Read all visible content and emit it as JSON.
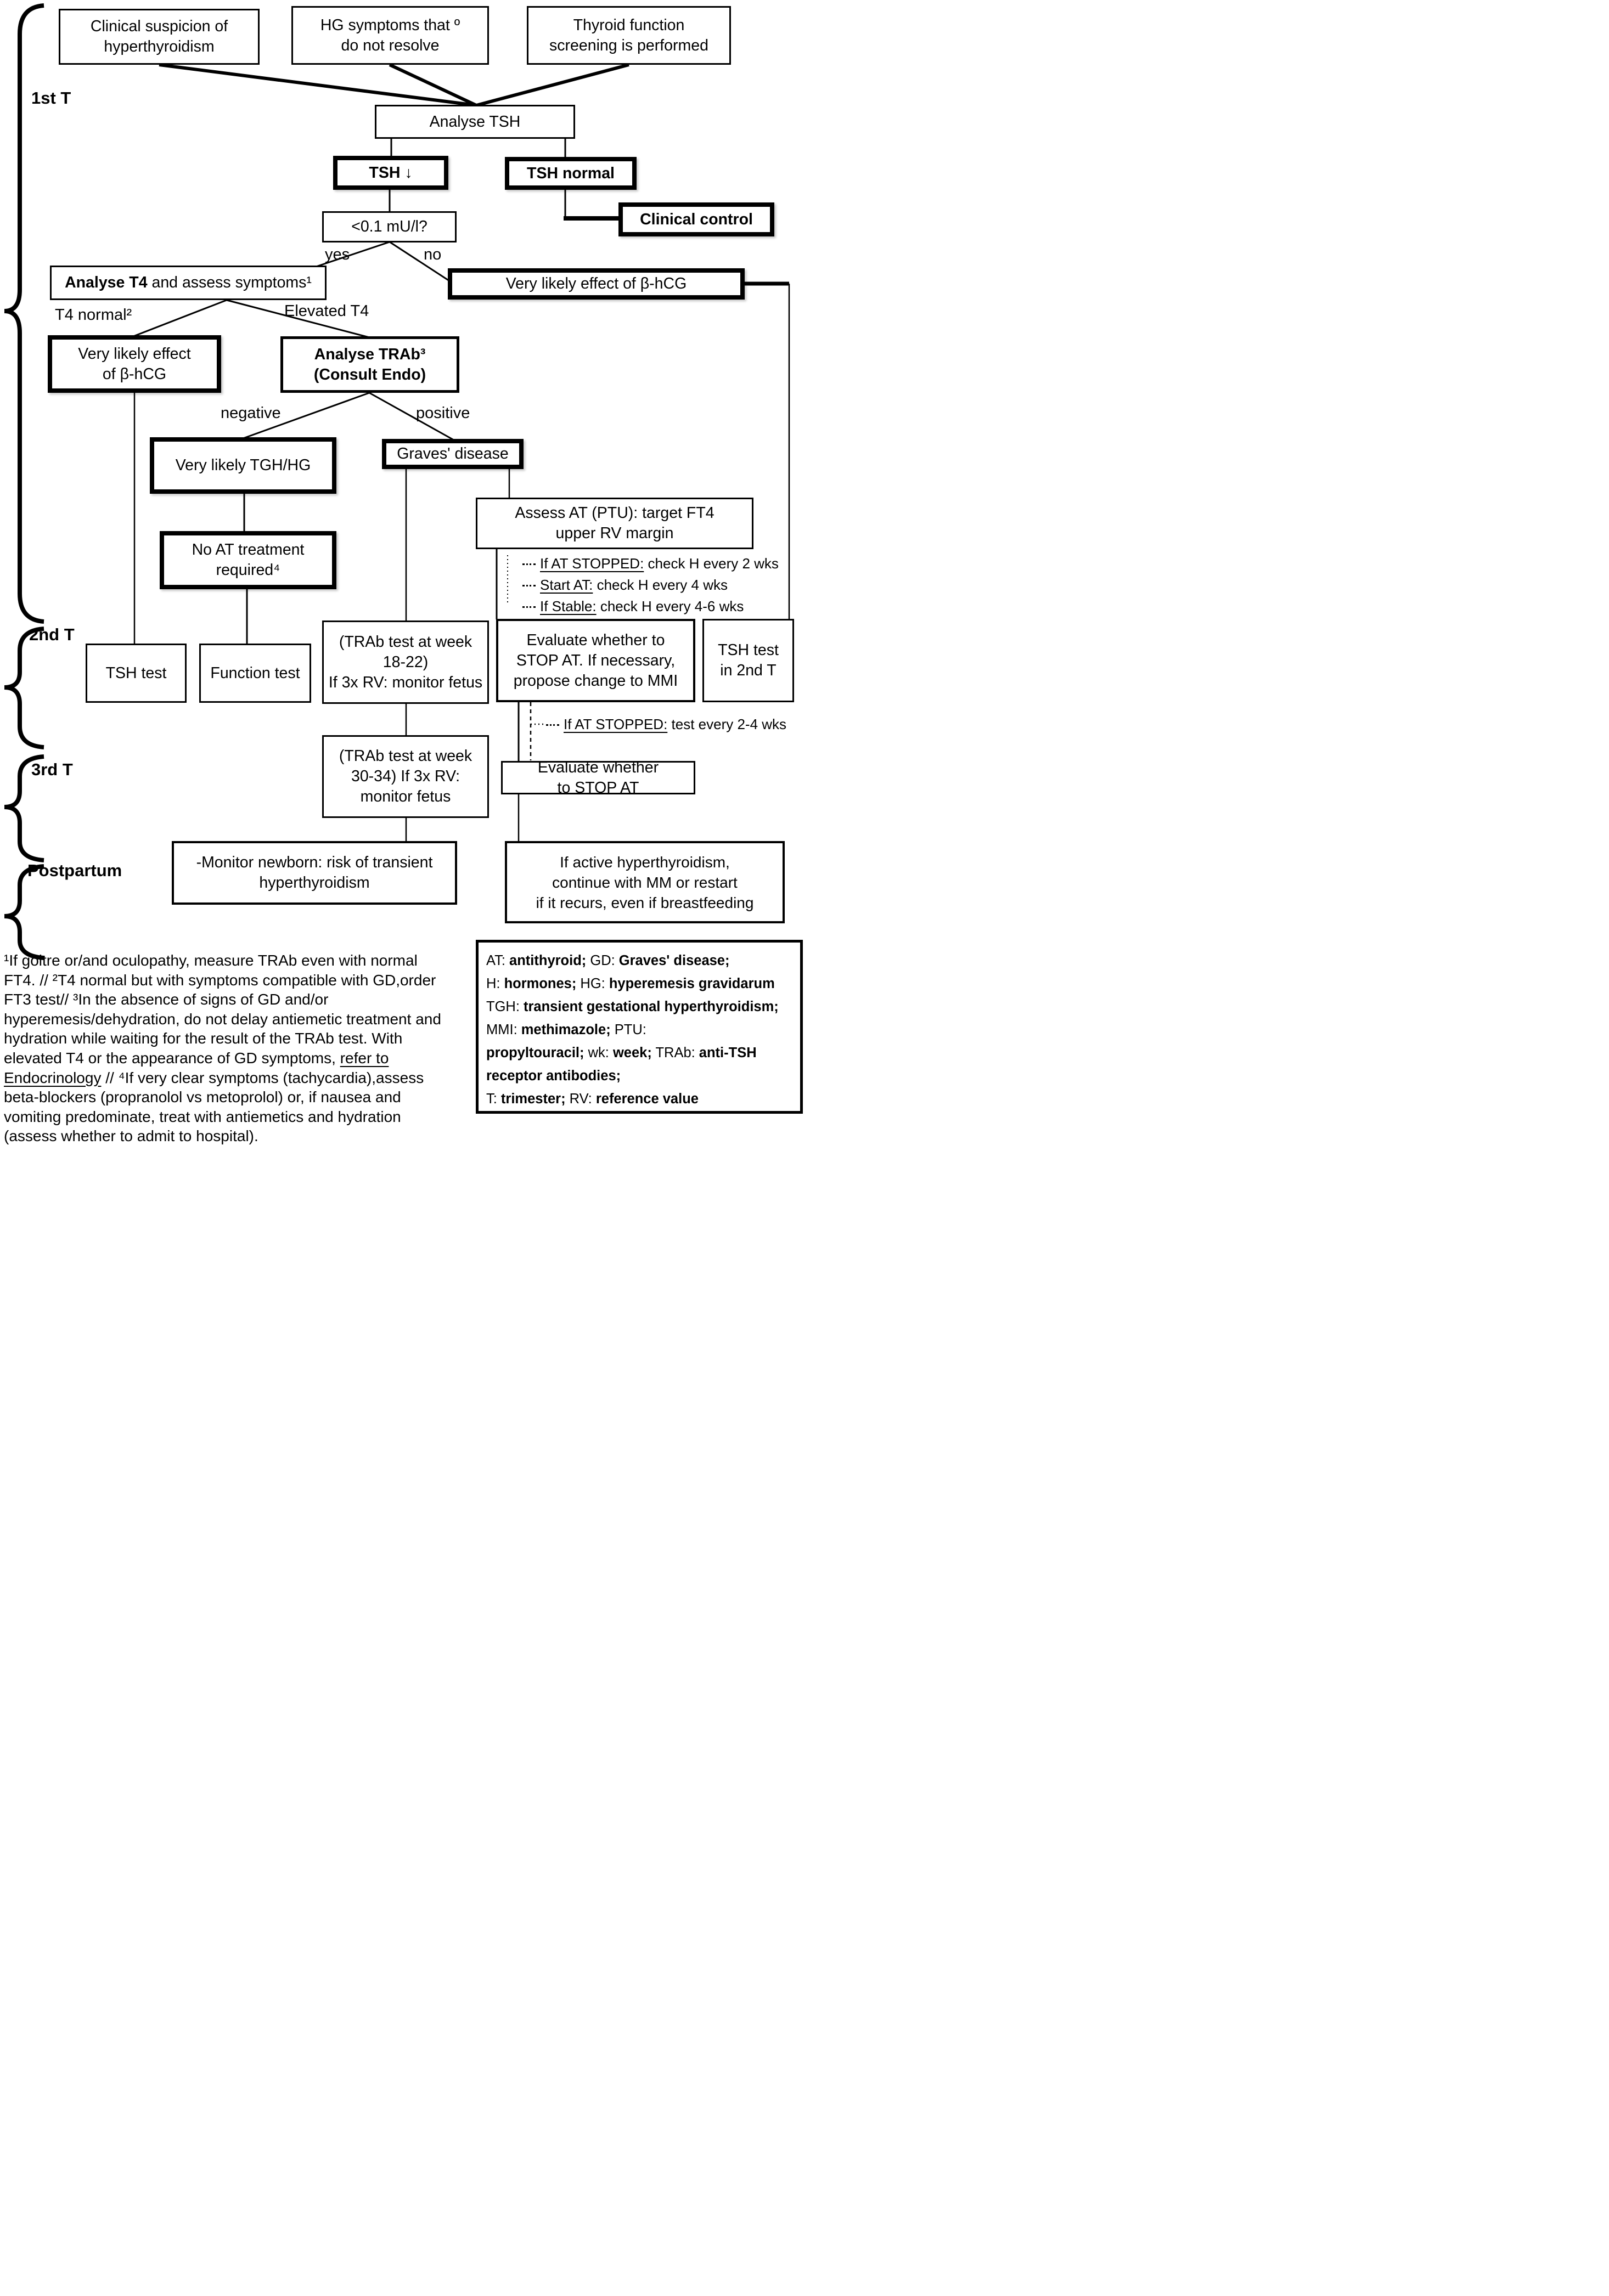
{
  "colors": {
    "line": "#000000",
    "background": "#ffffff",
    "text": "#000000"
  },
  "sections": {
    "first": "1st T",
    "second": "2nd T",
    "third": "3rd T",
    "postpartum": "Postpartum"
  },
  "nodes": {
    "clinical_suspicion": {
      "text": "Clinical suspicion of\nhyperthyroidism"
    },
    "hg_symptoms": {
      "text": "HG symptoms that º\ndo not resolve"
    },
    "thyroid_screening": {
      "text": "Thyroid function\nscreening is performed"
    },
    "analyse_tsh": {
      "text": "Analyse TSH"
    },
    "tsh_low": {
      "text": "TSH ↓"
    },
    "tsh_normal": {
      "text": "TSH normal"
    },
    "clinical_control": {
      "text": "Clinical control"
    },
    "tsh_threshold": {
      "text": "<0.1 mU/l?"
    },
    "analyse_t4": {
      "bold": "Analyse T4",
      "rest": " and assess symptoms¹"
    },
    "bhcg_right": {
      "text": "Very likely effect of β-hCG"
    },
    "bhcg_left": {
      "text": "Very likely effect\nof β-hCG"
    },
    "analyse_trab": {
      "text": "Analyse TRAb³\n(Consult Endo)"
    },
    "tgh_hg": {
      "text": "Very likely TGH/HG"
    },
    "graves": {
      "text": "Graves' disease"
    },
    "assess_at": {
      "text": "Assess AT (PTU): target FT4\nupper RV margin"
    },
    "no_at": {
      "text": "No AT treatment\nrequired⁴"
    },
    "tsh_test": {
      "text": "TSH test"
    },
    "function_test": {
      "text": "Function test"
    },
    "trab_18_22": {
      "text": "(TRAb test at week\n18-22)\nIf 3x RV: monitor fetus"
    },
    "evaluate_2nd": {
      "text": "Evaluate whether to\nSTOP AT. If necessary,\npropose change to MMI"
    },
    "tsh_2nd": {
      "text": "TSH test\nin 2nd T"
    },
    "trab_30_34": {
      "text": "(TRAb test at week\n30-34) If 3x RV:\nmonitor fetus"
    },
    "evaluate_3rd": {
      "text": "Evaluate whether\nto STOP AT"
    },
    "monitor_newborn": {
      "text": "-Monitor newborn: risk of transient\nhyperthyroidism"
    },
    "active_hyper": {
      "text": "If active hyperthyroidism,\ncontinue with MM or restart\nif it recurs, even if breastfeeding"
    }
  },
  "edge_labels": {
    "yes": "yes",
    "no": "no",
    "t4_normal": "T4 normal²",
    "elevated_t4": "Elevated T4",
    "negative": "negative",
    "positive": "positive"
  },
  "monitor_notes": [
    {
      "lead": "If AT STOPPED:",
      "rest": " check H every 2 wks"
    },
    {
      "lead": "Start AT:",
      "rest": " check H every 4 wks"
    },
    {
      "lead": "If Stable:",
      "rest": " check H every 4-6 wks"
    }
  ],
  "third_note": {
    "lead": "If AT STOPPED:",
    "rest": " test every 2-4 wks"
  },
  "footnote": {
    "segments": [
      {
        "t": "¹If goitre or/and oculopathy, measure TRAb even with normal\nFT4. // ²T4 normal but with symptoms compatible with GD,order\nFT3 test// ³In the absence of signs of GD and/or\nhyperemesis/dehydration, do not delay antiemetic treatment and\nhydration while waiting for the result of the TRAb test. With\nelevated T4 or the appearance of GD symptoms, "
      },
      {
        "t": "refer to\nEndocrinology",
        "u": 1
      },
      {
        "t": " // ⁴If very clear symptoms (tachycardia),assess\nbeta-blockers (propranolol vs metoprolol) or, if nausea and\nvomiting predominate, treat with antiemetics and hydration\n(assess whether to admit to hospital)."
      }
    ]
  },
  "legend": {
    "lines": [
      [
        {
          "t": "AT:"
        },
        {
          "t": " antithyroid;",
          "b": 1
        },
        {
          "t": " GD:"
        },
        {
          "t": " Graves' disease;",
          "b": 1
        }
      ],
      [
        {
          "t": "H:"
        },
        {
          "t": " hormones;",
          "b": 1
        },
        {
          "t": " HG:"
        },
        {
          "t": " hyperemesis gravidarum",
          "b": 1
        }
      ],
      [
        {
          "t": "TGH:"
        },
        {
          "t": " transient gestational hyperthyroidism;",
          "b": 1
        }
      ],
      [
        {
          "t": "MMI:"
        },
        {
          "t": " methimazole;",
          "b": 1
        },
        {
          "t": " PTU:"
        }
      ],
      [
        {
          "t": "propyltouracil;",
          "b": 1
        },
        {
          "t": " wk:"
        },
        {
          "t": " week;",
          "b": 1
        },
        {
          "t": " TRAb:"
        },
        {
          "t": " anti-TSH",
          "b": 1
        }
      ],
      [
        {
          "t": "receptor antibodies;",
          "b": 1
        }
      ],
      [
        {
          "t": "T:"
        },
        {
          "t": " trimester;",
          "b": 1
        },
        {
          "t": " RV:"
        },
        {
          "t": " reference value",
          "b": 1
        }
      ]
    ]
  }
}
